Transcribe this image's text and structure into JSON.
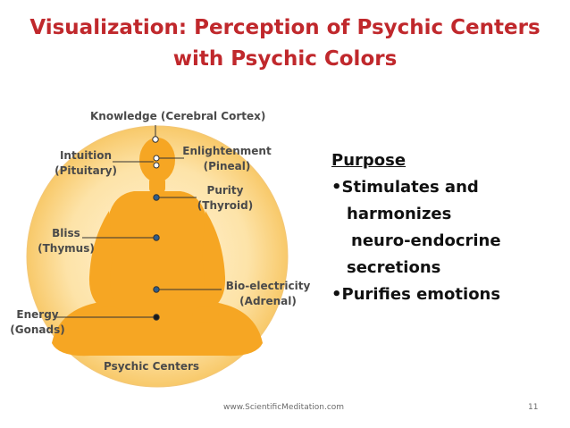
{
  "slide": {
    "title_line1": "Visualization: Perception of Psychic Centers",
    "title_line2": "with Psychic Colors"
  },
  "diagram": {
    "centers": {
      "knowledge": "Knowledge (Cerebral Cortex)",
      "intuition_1": "Intuition",
      "intuition_2": "(Pituitary)",
      "enlightenment_1": "Enlightenment",
      "enlightenment_2": "(Pineal)",
      "purity_1": "Purity",
      "purity_2": "(Thyroid)",
      "bliss_1": "Bliss",
      "bliss_2": "(Thymus)",
      "bioelectricity_1": "Bio-electricity",
      "bioelectricity_2": "(Adrenal)",
      "energy_1": "Energy",
      "energy_2": "(Gonads)"
    },
    "caption": "Psychic Centers",
    "colors": {
      "halo": "#fcd68a",
      "figure": "#f6a623",
      "dot": "#2f5d8c"
    }
  },
  "purpose": {
    "heading": "Purpose",
    "bullet1_line1": "•Stimulates and",
    "bullet1_line2": "harmonizes",
    "bullet1_line3": "neuro-endocrine",
    "bullet1_line4": "secretions",
    "bullet2": "•Purifies emotions"
  },
  "footer": {
    "website": "www.ScientificMeditation.com",
    "page_number": "11"
  }
}
